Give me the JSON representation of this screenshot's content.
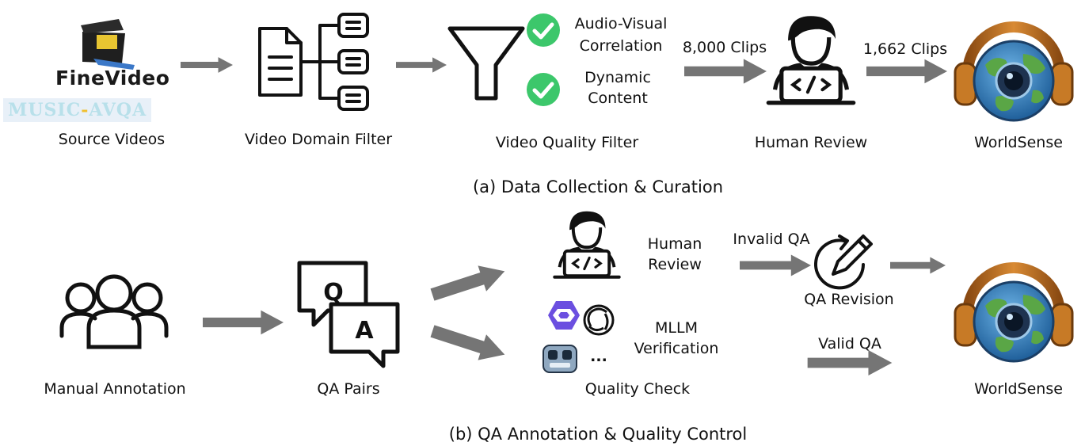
{
  "section_a": {
    "caption": "(a) Data Collection & Curation",
    "source_logo_1": "FineVideo",
    "source_logo_2_left": "MUSIC",
    "source_logo_2_dash": "-",
    "source_logo_2_right": "AVQA",
    "source_label": "Source Videos",
    "domain_filter_label": "Video Domain Filter",
    "quality_filter_label": "Video Quality Filter",
    "criterion_1_line1": "Audio-Visual",
    "criterion_1_line2": "Correlation",
    "criterion_2_line1": "Dynamic",
    "criterion_2_line2": "Content",
    "clips_before_review": "8,000 Clips",
    "human_review_label": "Human Review",
    "clips_final": "1,662 Clips",
    "output_label": "WorldSense"
  },
  "section_b": {
    "caption": "(b) QA Annotation & Quality Control",
    "annotation_label": "Manual Annotation",
    "qa_pairs_label": "QA Pairs",
    "qa_q_letter": "Q",
    "qa_a_letter": "A",
    "human_review_line1": "Human",
    "human_review_line2": "Review",
    "invalid_label": "Invalid QA",
    "revision_label": "QA Revision",
    "mllm_line1": "MLLM",
    "mllm_line2": "Verification",
    "mllm_more": "...",
    "quality_check_label": "Quality Check",
    "valid_label": "Valid QA",
    "output_label": "WorldSense"
  },
  "colors": {
    "arrow": "#757575",
    "check_green": "#3cc76b",
    "globe_band": "#b86a1e",
    "globe_ocean": "#2f7fc0",
    "globe_land": "#5aa646"
  }
}
